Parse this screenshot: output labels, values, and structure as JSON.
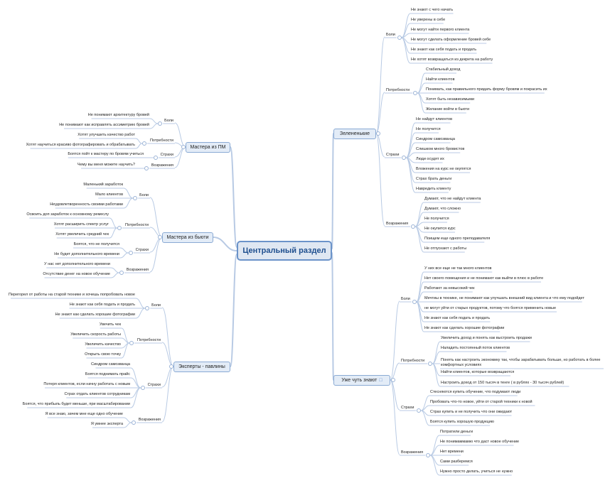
{
  "central": "Центральный раздел",
  "branches": [
    {
      "label": "Зелененькие",
      "categories": [
        {
          "label": "Боли",
          "items": [
            "Не знают с чего начать",
            "Не уверены в себе",
            "Не могут найти первого клиента",
            "Не могут сделать оформление бровей себе",
            "Не знают как себя подать и продать",
            "Не хотят возвращаться из декрета на работу"
          ]
        },
        {
          "label": "Потребности",
          "items": [
            "Стабильный доход",
            "Найти клиентов",
            "Понимать, как правильного придать форму бровям и покрасить их",
            "Хотят быть независимыми",
            "Желание войти в бьюти"
          ]
        },
        {
          "label": "Страхи",
          "items": [
            "Не найдут клиентов",
            "Не получится",
            "Синдром самозванца",
            "Слишком много бровистов",
            "Люди осудят их",
            "Вложения на курс не окупятся",
            "Страх брать деньги",
            "Навредить клиенту"
          ]
        },
        {
          "label": "Возражения",
          "items": [
            "Думают, что не найдут клиента",
            "Думают, что сложно",
            "Не получится",
            "Не окупится курс",
            "Поищем еще одного преподавателя",
            "Не отпускают с работы"
          ]
        }
      ]
    },
    {
      "label": "Уже чуть знают",
      "categories": [
        {
          "label": "Боли",
          "items": [
            "У них все еще не так много клиентов",
            "Нет своего помещения и не понимают как выйти в плюс в работе",
            "Работают за невысокий чек",
            "Мечтиы в технике, не понимают как улучшать внешний вид клиента и что ему подойдет",
            "не могут уйти от старых продуктов, потому что боятся применить новые",
            "Не знают как себя подать и продать",
            "Не знают как сделать хорошие фотографии"
          ]
        },
        {
          "label": "Потребности",
          "items": [
            "Увеличить доход и понять как выстроить продажи",
            "Наладить постоянный поток клиентов",
            "Понять как настроить экономику так, чтобы зарабатывать больше, но работать в более комфортных условиях",
            "Найти клиентов, которые возвращаются",
            "Настроить доход от 150 тысяч в тенге ( в рублях - 30 тысяч рублей)"
          ]
        },
        {
          "label": "Страхи",
          "items": [
            "Стесняются купить обучение, что подумают люди",
            "Пробовать что-то новое, уйти от старой техники к новой",
            "Страх купить и не получить что они ожидают",
            "Боятся купить хорошую продукцию"
          ]
        },
        {
          "label": "Возражения",
          "items": [
            "Потратили деньги",
            "Не понимаммамю что даст новое обучение",
            "Нет времени",
            "Сами разберемся",
            "Нужно просто делать, учиться не нужно"
          ]
        }
      ]
    },
    {
      "label": "Мастера из ПМ",
      "categories": [
        {
          "label": "Боли",
          "items": [
            "Не понимают архитектуру бровей",
            "Не понимают как исправлять ассиметрию бровей"
          ]
        },
        {
          "label": "Потребности",
          "items": [
            "Хотят улучшить качество работ",
            "Хотят научиться красиво фотографировать и обрабатывать"
          ]
        },
        {
          "label": "Страхи",
          "items": [
            "Боятся пойт к мастеру по бровям учиться"
          ]
        },
        {
          "label": "Возражения",
          "items": [
            "Чему вы меня можете научить?"
          ]
        }
      ]
    },
    {
      "label": "Мастера из бьюти",
      "categories": [
        {
          "label": "Боли",
          "items": [
            "Маленький заработок",
            "Мало клиентов",
            "Неудовлетворенность своими работами"
          ]
        },
        {
          "label": "Потребности",
          "items": [
            "Освоить доп заработок к основному ремеслу",
            "Хотят расширить спектр услуг",
            "Хотят увеличить средний чек"
          ]
        },
        {
          "label": "Страхи",
          "items": [
            "Боятся, что не получится",
            "Не будет дополнительного времени"
          ]
        },
        {
          "label": "Возражения",
          "items": [
            "У нас нет дополнительного времени",
            "Отсутствие денег на новое обучение"
          ]
        }
      ]
    },
    {
      "label": "Эксперты - павлины",
      "categories": [
        {
          "label": "Боли",
          "items": [
            "Перегорел от работы на старой технике и хочешь попробовать новое",
            "Не знают как себя подать и продать",
            "Не знают как сделать хорошие фотографии"
          ]
        },
        {
          "label": "Потребности",
          "items": [
            "Увечить чек",
            "Увеличить скорость работы",
            "Увеличить качество",
            "Открыть свою точку"
          ]
        },
        {
          "label": "Страхи",
          "items": [
            "Синдром самозванца",
            "Боятся поднимать прайс",
            "Потеря клиентов, если начну работать с новым",
            "Страх отдать клиентов сотрудникам",
            "Боятся, что прибыль будет меньше, при масштабировании"
          ]
        },
        {
          "label": "Возражения",
          "items": [
            "Я все знаю, зачем мне еще одно обучение",
            "Я умнее эксперта"
          ]
        }
      ]
    }
  ],
  "colors": {
    "line": "#b8cae4",
    "node_fill": "#e3ecf7",
    "node_border": "#8aaad4",
    "central_fill": "#dfe7f2",
    "central_text": "#1f4f8f"
  },
  "icons": {
    "note_icon": "speech-bubble-icon"
  }
}
